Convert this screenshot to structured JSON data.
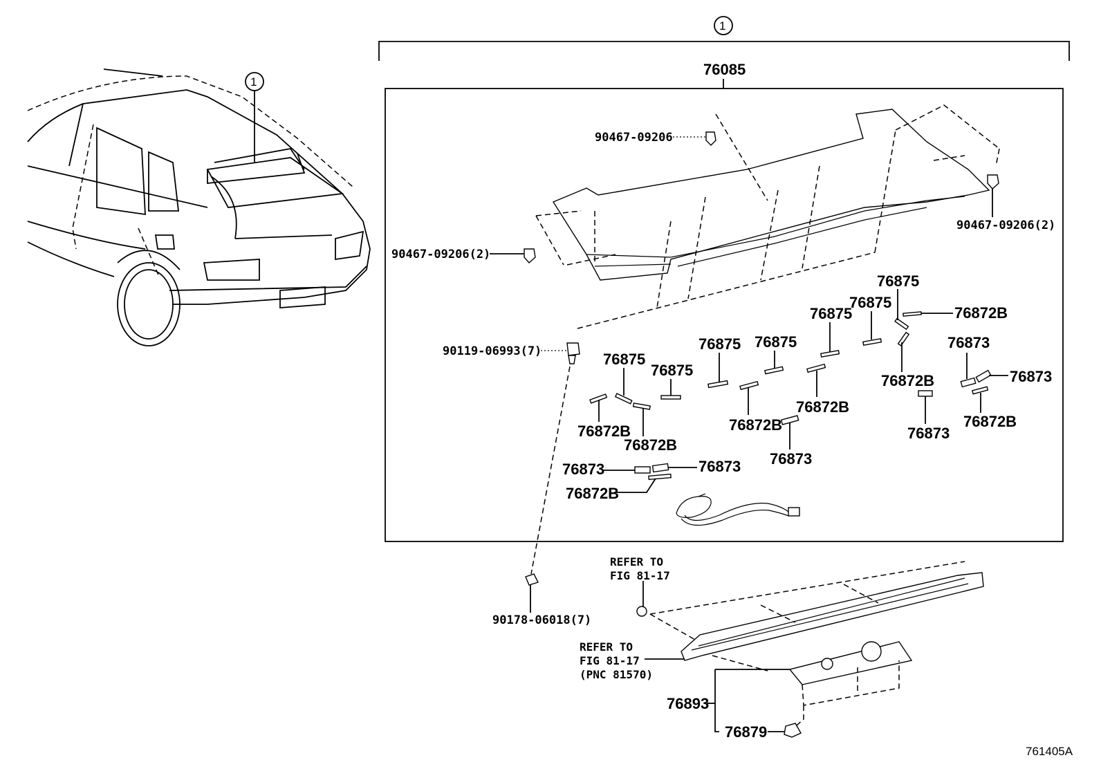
{
  "callout_symbol": "1",
  "assembly": "76085",
  "figure_id": "761405A",
  "labels": {
    "bolt_top": "90467-09206",
    "bolt_left": "90467-09206(2)",
    "bolt_right": "90467-09206(2)",
    "clip_mid": "90119-06993(7)",
    "clip_low": "90178-06018(7)",
    "p76875": "76875",
    "p76872b": "76872B",
    "p76873": "76873",
    "p76893": "76893",
    "p76879": "76879"
  },
  "refer_upper": [
    "REFER TO",
    "FIG 81-17"
  ],
  "refer_lower": [
    "REFER TO",
    "FIG 81-17",
    "(PNC 81570)"
  ]
}
